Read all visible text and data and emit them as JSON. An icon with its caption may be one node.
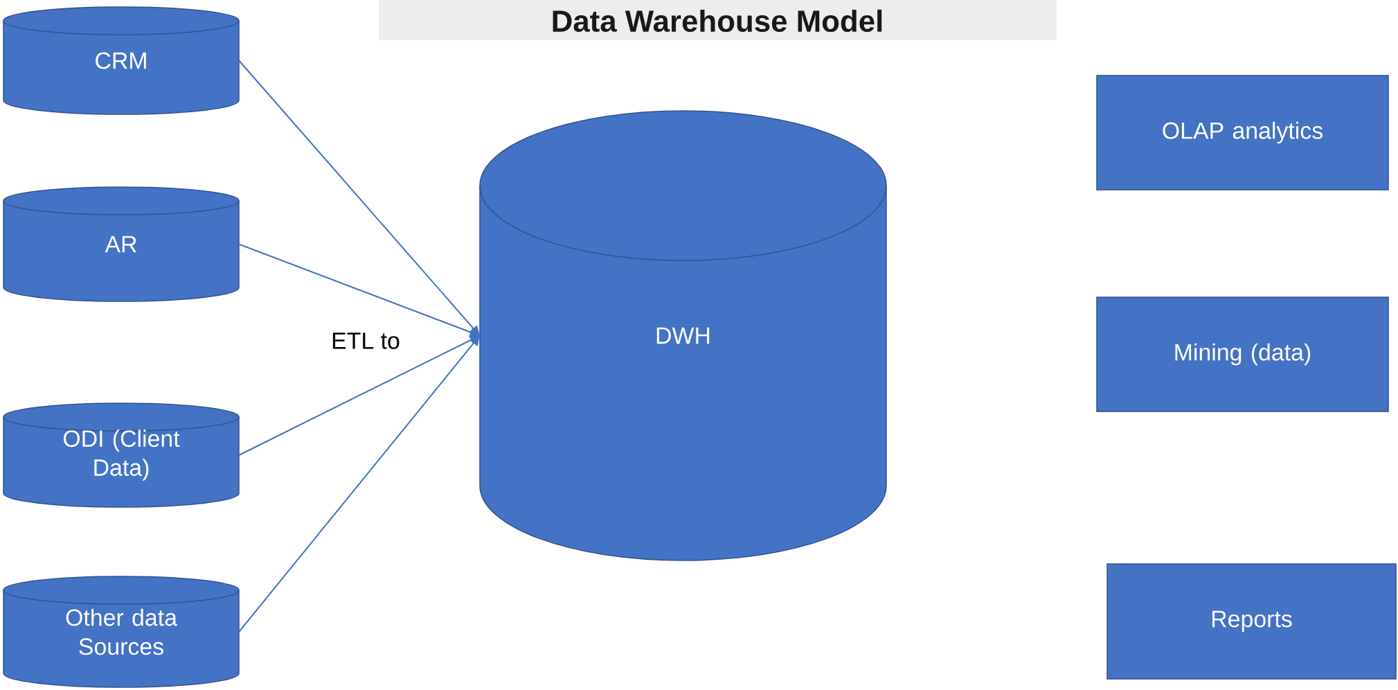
{
  "diagram": {
    "title": "Data Warehouse Model",
    "nodes": [
      {
        "text": [
          "CRM"
        ]
      },
      {
        "text": [
          "AR"
        ]
      },
      {
        "text": [
          "ODI (Client Data)"
        ]
      },
      {
        "text": [
          "Other data Sources"
        ]
      },
      {
        "text": [
          "DWH"
        ]
      },
      {
        "text": [
          "OLAP analytics"
        ]
      },
      {
        "text": [
          "Mining (data)"
        ]
      },
      {
        "text": [
          "Reports"
        ]
      }
    ],
    "edges": [
      {
        "from": 0,
        "to": 4,
        "arrow": "to"
      },
      {
        "from": 1,
        "to": 4,
        "arrow": "to"
      },
      {
        "from": 2,
        "to": 4,
        "arrow": "to"
      },
      {
        "from": 3,
        "to": 4,
        "arrow": "to"
      }
    ],
    "labels": [
      "ETL to"
    ]
  }
}
